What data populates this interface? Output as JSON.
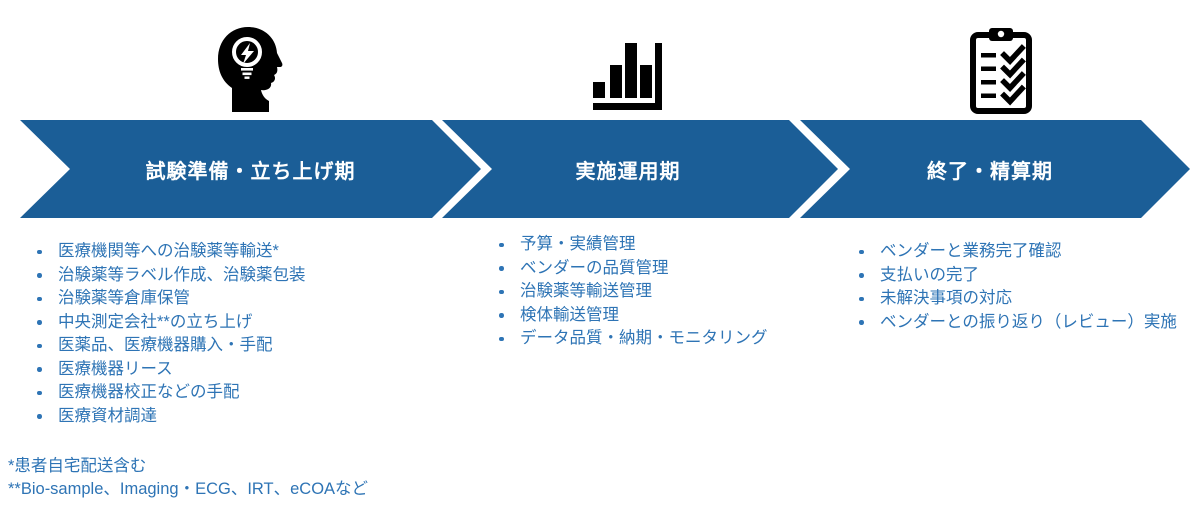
{
  "colors": {
    "chevron": "#1B5E97",
    "list_text": "#2E74B5",
    "icon": "#000000",
    "title_text": "#FFFFFF"
  },
  "phases": [
    {
      "title": "試験準備・立ち上げ期",
      "icon": "idea-head-icon",
      "items": [
        "医療機関等への治験薬等輸送*",
        "治験薬等ラベル作成、治験薬包装",
        "治験薬等倉庫保管",
        "中央測定会社**の立ち上げ",
        "医薬品、医療機器購入・手配",
        "医療機器リース",
        "医療機器校正などの手配",
        "医療資材調達"
      ]
    },
    {
      "title": "実施運用期",
      "icon": "bar-chart-icon",
      "items": [
        "予算・実績管理",
        "ベンダーの品質管理",
        "治験薬等輸送管理",
        "検体輸送管理",
        "データ品質・納期・モニタリング"
      ]
    },
    {
      "title": "終了・精算期",
      "icon": "checklist-clipboard-icon",
      "items": [
        "ベンダーと業務完了確認",
        "支払いの完了",
        "未解決事項の対応",
        "ベンダーとの振り返り（レビュー）実施"
      ]
    }
  ],
  "footnotes": [
    "*患者自宅配送含む",
    "**Bio-sample、Imaging・ECG、IRT、eCOAなど"
  ]
}
